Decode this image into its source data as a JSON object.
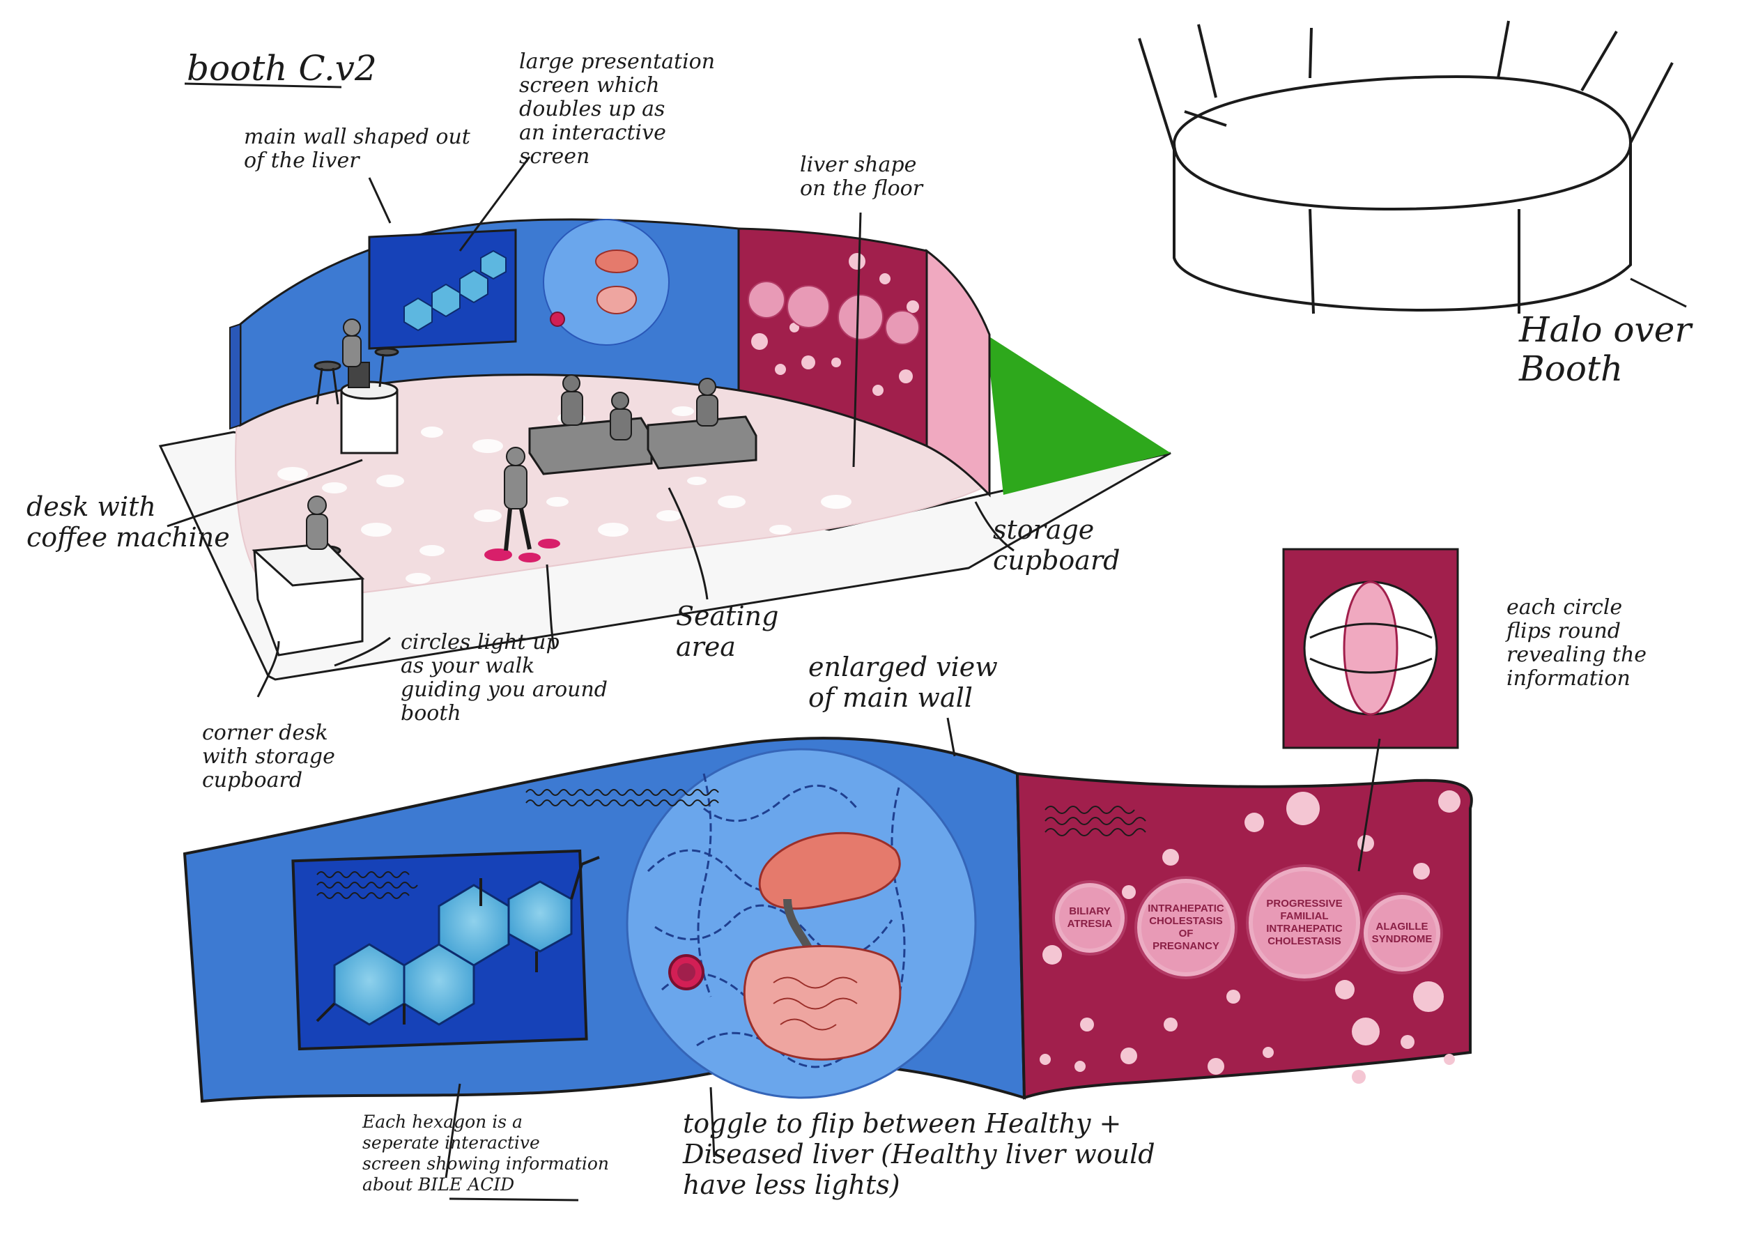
{
  "title": "booth C.v2",
  "annotations": {
    "main_wall": "main wall shaped out\nof the liver",
    "presentation_screen": "large presentation\nscreen which\ndoubles up as\nan interactive\nscreen",
    "liver_floor": "liver shape\non the floor",
    "desk": "desk with\ncoffee machine",
    "storage": "storage\ncupboard",
    "seating": "Seating\narea",
    "circles": "circles light up\nas your walk\nguiding you around\nbooth",
    "corner_desk": "corner desk\nwith storage\ncupboard",
    "halo": "Halo over\nBooth",
    "flip": "each circle\nflips round\nrevealing the\ninformation",
    "enlarged": "enlarged view\nof main wall",
    "hexagon": "Each hexagon is a\nseperate interactive\nscreen showing information\nabout BILE ACID",
    "toggle": "toggle to flip between Healthy +\nDiseased liver (Healthy liver would\nhave less lights)"
  },
  "conditions": [
    "BILIARY\nATRESIA",
    "INTRAHEPATIC\nCHOLESTASIS\nOF PREGNANCY",
    "PROGRESSIVE\nFAMILIAL\nINTRAHEPATIC\nCHOLESTASIS",
    "ALAGILLE\nSYNDROME"
  ],
  "colors": {
    "blue_wall": "#3d7ad2",
    "blue_dark": "#2a58b8",
    "screen_blue": "#1642b8",
    "circle_blue": "#6aa6ec",
    "magenta_wall": "#a11f4c",
    "pink": "#e89ab6",
    "floor_pink": "#f2dde0",
    "green": "#2ea81c",
    "ink": "#1b1b1b"
  }
}
